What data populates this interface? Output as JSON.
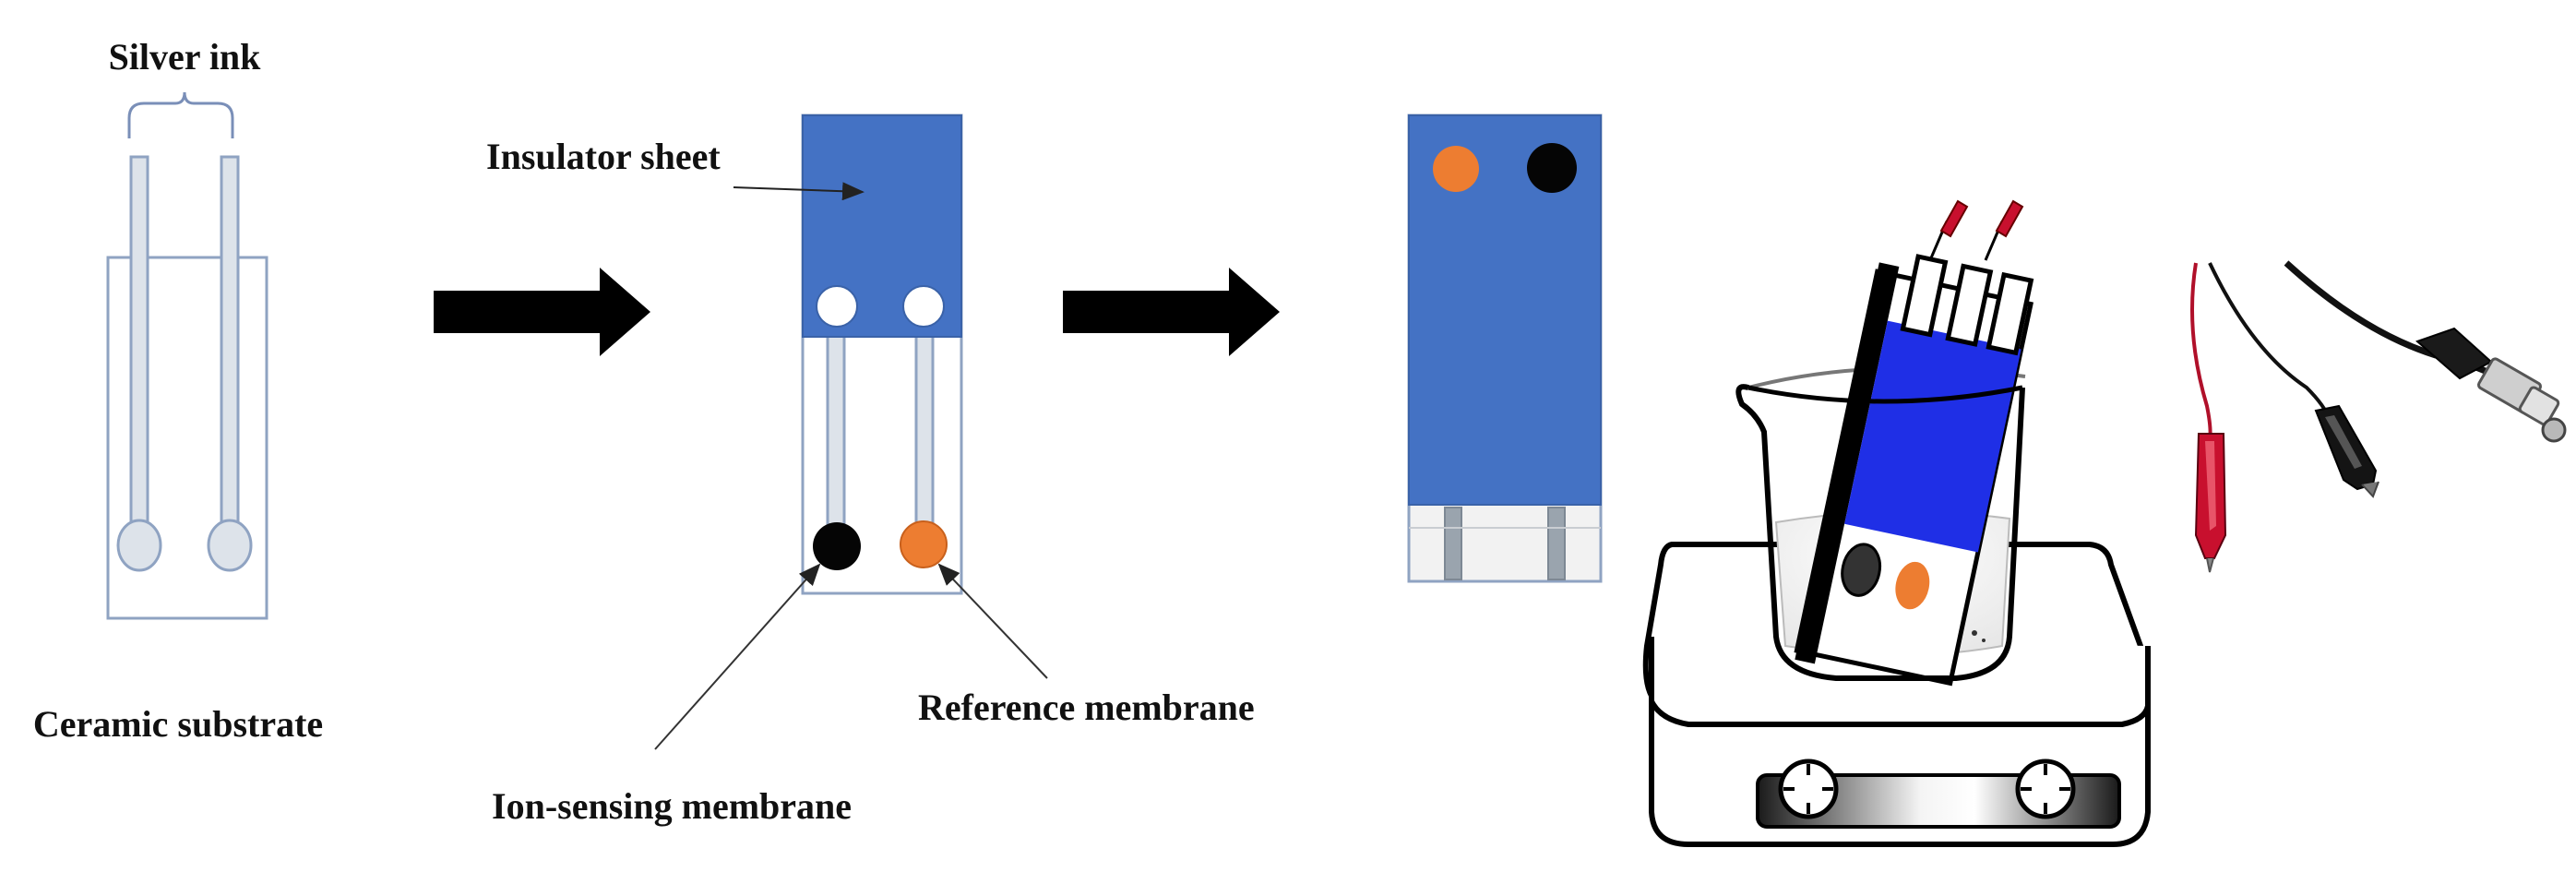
{
  "labels": {
    "silver_ink": "Silver ink",
    "insulator_sheet": "Insulator sheet",
    "ceramic_substrate": "Ceramic substrate",
    "reference_membrane": "Reference membrane",
    "ion_sensing_membrane": "Ion-sensing membrane"
  },
  "colors": {
    "insulator_blue": "#4472c4",
    "electrode_fill": "#dde3ea",
    "electrode_stroke": "#8fa3c2",
    "ion_sensing": "#050505",
    "reference": "#ed7d31",
    "solution_blue": "#1f2fe6",
    "clip_red": "#c8102e",
    "arrow": "#000000"
  }
}
